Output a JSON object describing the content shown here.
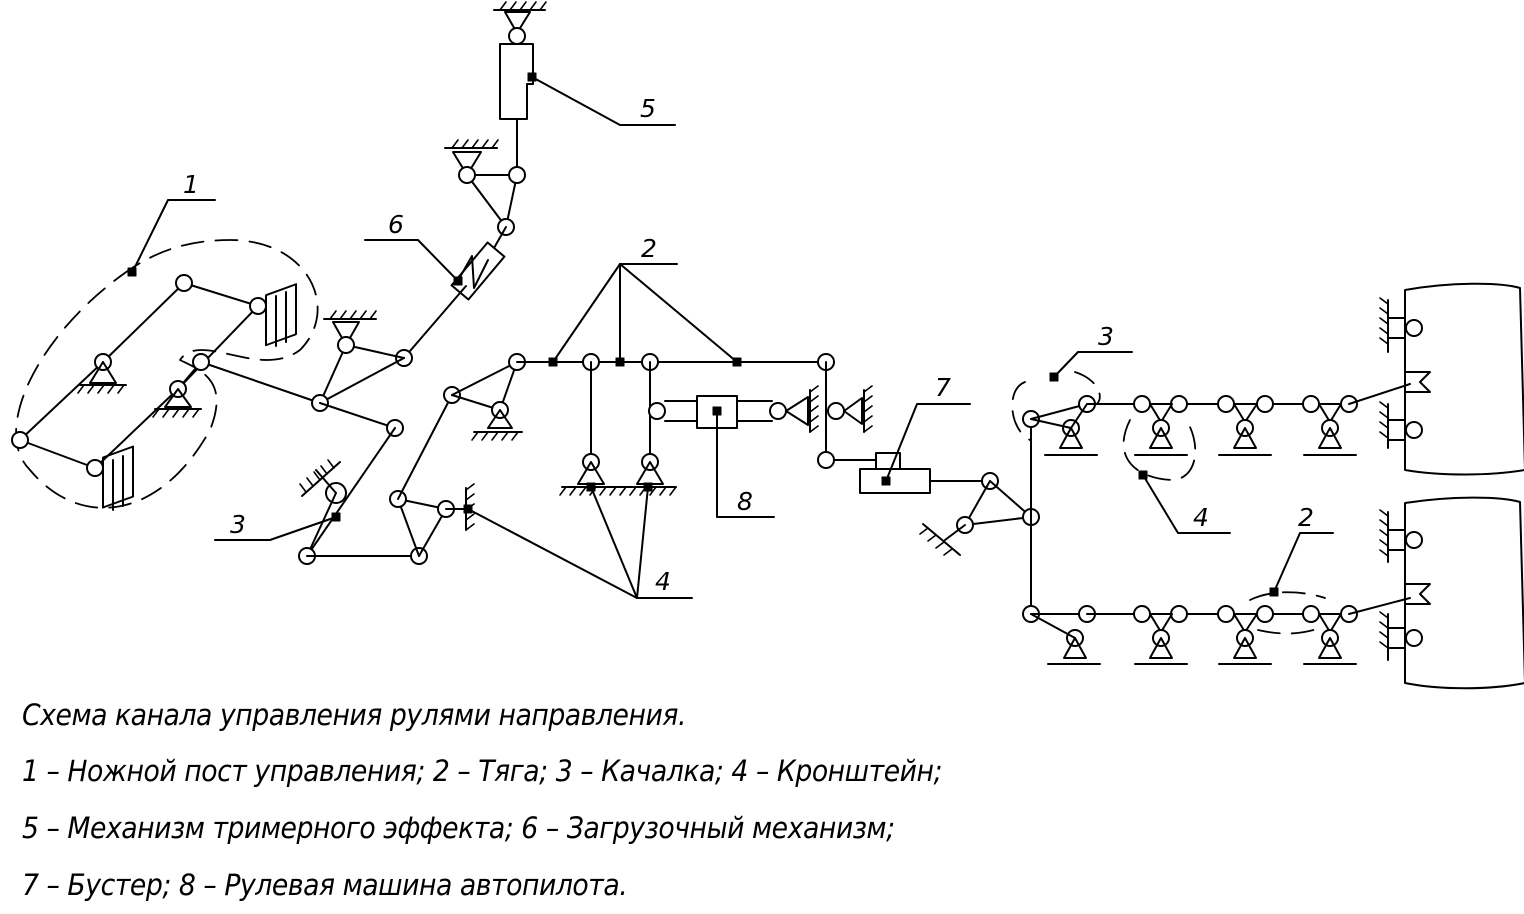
{
  "diagram": {
    "callouts": {
      "c1": "1",
      "c2a": "2",
      "c2b": "2",
      "c3a": "3",
      "c3b": "3",
      "c4a": "4",
      "c4b": "4",
      "c5": "5",
      "c6": "6",
      "c7": "7",
      "c8": "8"
    }
  },
  "caption": {
    "title": "Схема канала управления рулями направления.",
    "legend": [
      "1 – Ножной пост управления; 2 – Тяга; 3 – Качалка; 4 – Кронштейн;",
      "5 – Механизм тримерного эффекта; 6 – Загрузочный механизм;",
      "7 – Бустер; 8 – Рулевая машина автопилота."
    ]
  }
}
